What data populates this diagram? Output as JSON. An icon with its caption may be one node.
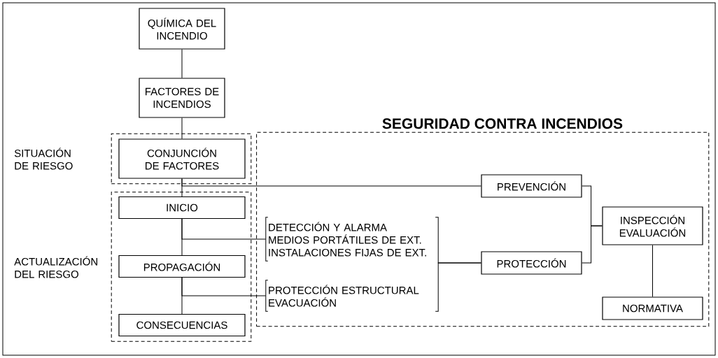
{
  "diagram": {
    "nodes": [
      {
        "text": [
          "QUÍMICA DEL INCENDIO"
        ]
      },
      {
        "text": [
          "FACTORES DE INCENDIOS"
        ]
      },
      {
        "text": [
          "SITUACIÓN DE RIESGO"
        ]
      },
      {
        "text": [
          "CONJUNCIÓN DE FACTORES"
        ],
        "in": 2
      },
      {
        "text": [
          "ACTUALIZACIÓN DEL RIESGO"
        ]
      },
      {
        "text": [
          "INICIO"
        ],
        "in": 4
      },
      {
        "text": [
          "PROPAGACIÓN"
        ],
        "in": 4
      },
      {
        "text": [
          "CONSECUENCIAS"
        ],
        "in": 4
      },
      {
        "text": [
          "SEGURIDAD CONTRA INCENDIOS"
        ]
      },
      {
        "text": [
          "DETECCIÓN Y ALARMA",
          "MEDIOS PORTÁTILES DE EXT.",
          "INSTALACIONES FIJAS DE EXT."
        ],
        "in": 8
      },
      {
        "text": [
          "PROTECCIÓN ESTRUCTURAL",
          "EVACUACIÓN"
        ],
        "in": 8
      },
      {
        "text": [
          "PREVENCIÓN"
        ],
        "in": 8
      },
      {
        "text": [
          "PROTECCIÓN"
        ],
        "in": 8
      },
      {
        "text": [
          "INSPECCIÓN EVALUACIÓN"
        ],
        "in": 8
      },
      {
        "text": [
          "NORMATIVA"
        ],
        "in": 8
      }
    ],
    "edges": [
      {
        "from": 0,
        "to": 1,
        "arrow": "none"
      },
      {
        "from": 1,
        "to": 3,
        "arrow": "none"
      },
      {
        "from": 3,
        "to": 5,
        "arrow": "none"
      },
      {
        "from": 5,
        "to": 6,
        "arrow": "none"
      },
      {
        "from": 6,
        "to": 7,
        "arrow": "none"
      },
      {
        "from": 3,
        "to": 11,
        "arrow": "none"
      },
      {
        "from": 5,
        "to": 9,
        "arrow": "none"
      },
      {
        "from": 6,
        "to": 10,
        "arrow": "none"
      },
      {
        "from": 9,
        "to": 12,
        "arrow": "none"
      },
      {
        "from": 10,
        "to": 12,
        "arrow": "none"
      },
      {
        "from": 11,
        "to": 13,
        "arrow": "none"
      },
      {
        "from": 12,
        "to": 13,
        "arrow": "none"
      },
      {
        "from": 13,
        "to": 14,
        "arrow": "none"
      }
    ]
  }
}
